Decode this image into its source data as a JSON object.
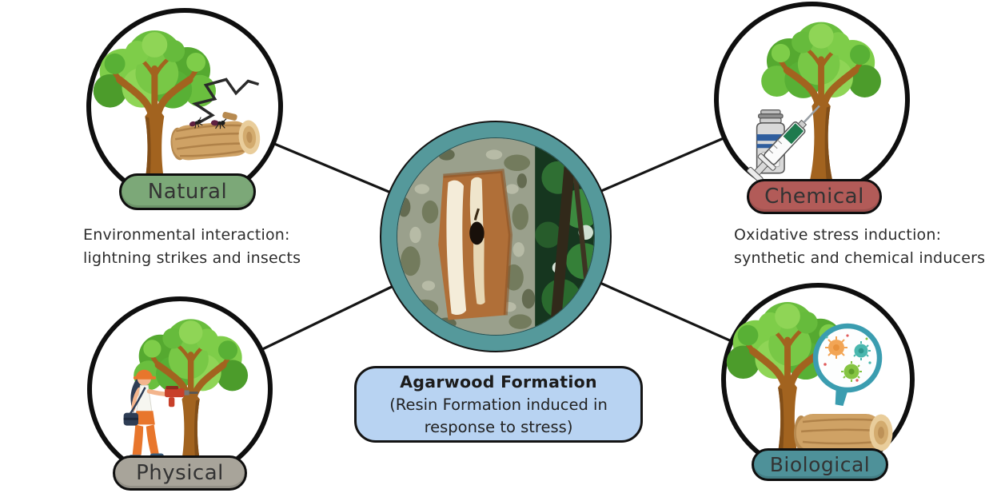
{
  "figure": {
    "background": "#ffffff",
    "connector_color": "#151515"
  },
  "center": {
    "title": "Agarwood Formation",
    "subtitle_line1": "(Resin Formation induced in",
    "subtitle_line2": "response to stress)",
    "box_color": "#b8d3f2",
    "ring_color": "#55999b",
    "photo": "agarwood-trunk-with-white-resin-photo"
  },
  "nodes": {
    "natural": {
      "label": "Natural",
      "pill_color": "#7ca878",
      "desc_line1": "Environmental interaction:",
      "desc_line2": "lightning strikes and insects",
      "icons": [
        "tree",
        "lightning-crack",
        "log-with-ants"
      ]
    },
    "chemical": {
      "label": "Chemical",
      "pill_color": "#b25b58",
      "desc_line1": "Oxidative stress induction:",
      "desc_line2": "synthetic and chemical inducers",
      "icons": [
        "tree",
        "chemical-vial",
        "syringe"
      ]
    },
    "physical": {
      "label": "Physical",
      "pill_color": "#a8a49a",
      "icons": [
        "tree",
        "worker-with-drill"
      ]
    },
    "biological": {
      "label": "Biological",
      "pill_color": "#4e9199",
      "icons": [
        "tree",
        "log",
        "magnifier-with-microbes"
      ]
    }
  }
}
